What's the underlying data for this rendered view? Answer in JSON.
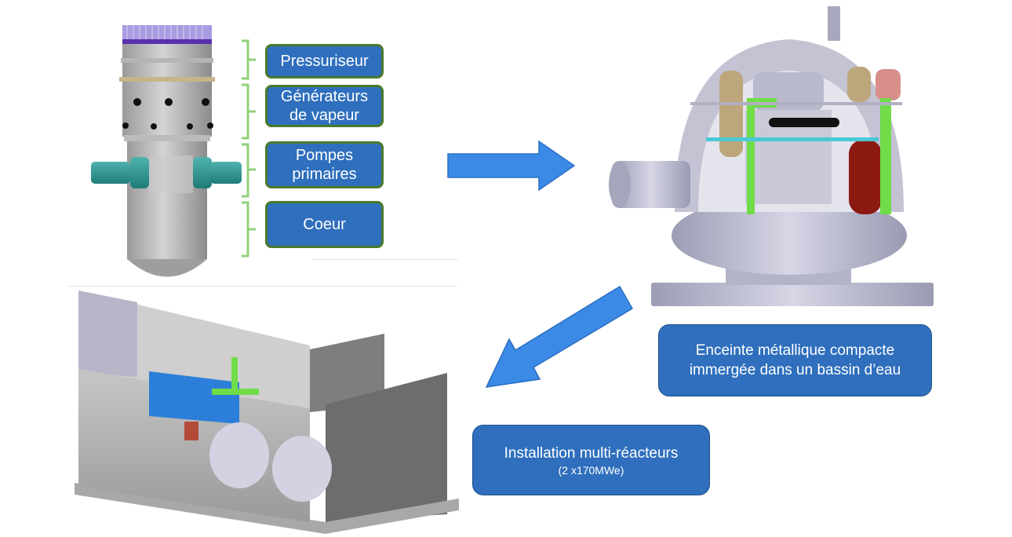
{
  "components": [
    {
      "label": "Pressuriseur"
    },
    {
      "label": "Générateurs de vapeur"
    },
    {
      "label": "Pompes primaires"
    },
    {
      "label": "Coeur"
    }
  ],
  "containment_caption": {
    "line1": "Enceinte métallique compacte",
    "line2": "immergée dans un bassin d’eau"
  },
  "installation_caption": {
    "line1": "Installation multi-réacteurs",
    "line2": "(2 x170MWe)"
  },
  "colors": {
    "box_fill": "#2f6fbd",
    "box_border_green": "#4a7a2c",
    "bracket_green": "#8fd17a",
    "arrow_blue": "#3a8ae6"
  }
}
